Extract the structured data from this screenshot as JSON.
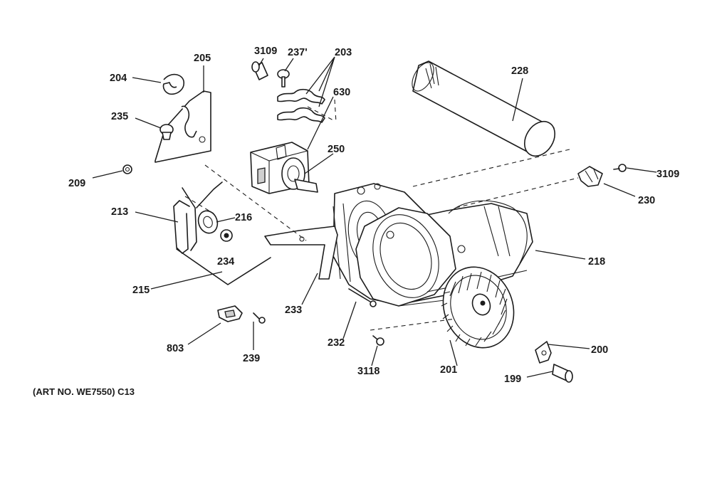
{
  "caption": "(ART NO. WE7550) C13",
  "labels": {
    "l205": "205",
    "l3109a": "3109",
    "l237": "237'",
    "l203": "203",
    "l204": "204",
    "l630": "630",
    "l228": "228",
    "l235": "235",
    "l250": "250",
    "l209": "209",
    "l3109b": "3109",
    "l230": "230",
    "l213": "213",
    "l216": "216",
    "l234": "234",
    "l218": "218",
    "l215": "215",
    "l233": "233",
    "l232": "232",
    "l803": "803",
    "l239": "239",
    "l3118": "3118",
    "l201": "201",
    "l200": "200",
    "l199": "199"
  }
}
